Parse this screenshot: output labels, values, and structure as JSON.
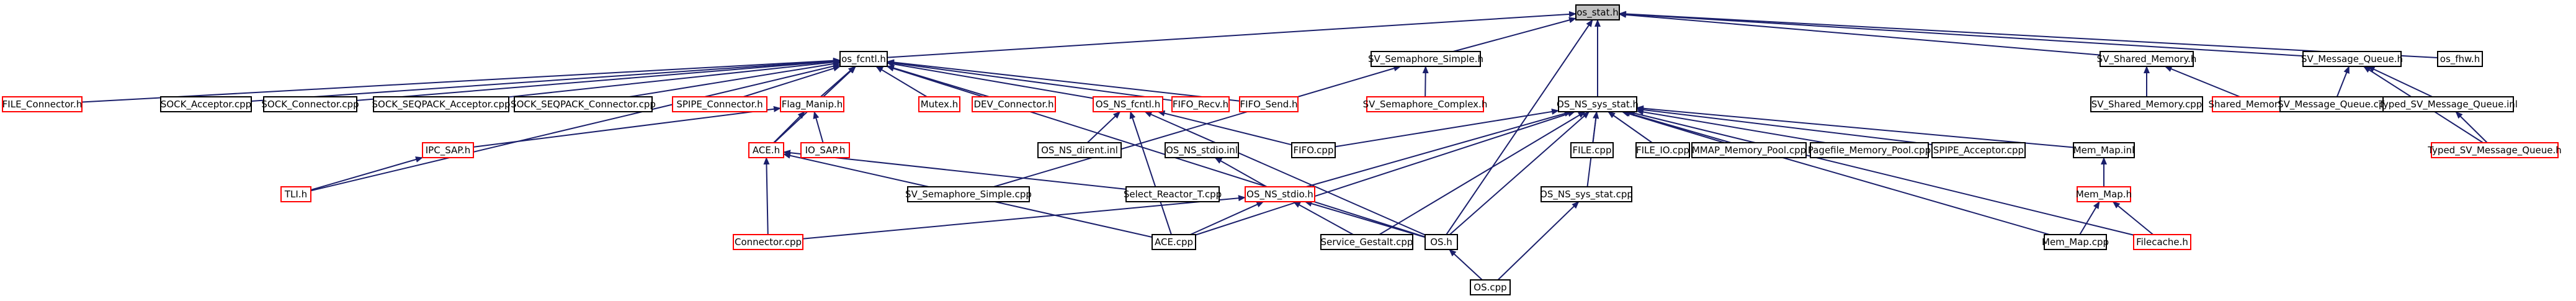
{
  "colors": {
    "edge": "#1a1f6b",
    "node_border_internal": "#000000",
    "node_border_external": "#ff0000",
    "node_fill_root": "#c0c0c0",
    "node_fill": "#ffffff"
  },
  "nodes": [
    {
      "id": "os_stat_h",
      "label": "os_stat.h",
      "kind": "root"
    },
    {
      "id": "os_fcntl_h",
      "label": "os_fcntl.h",
      "kind": "internal"
    },
    {
      "id": "sv_semaphore_simple_h",
      "label": "SV_Semaphore_Simple.h",
      "kind": "internal"
    },
    {
      "id": "sv_shared_memory_h",
      "label": "SV_Shared_Memory.h",
      "kind": "internal"
    },
    {
      "id": "sv_message_queue_h",
      "label": "SV_Message_Queue.h",
      "kind": "internal"
    },
    {
      "id": "os_fhw_h",
      "label": "os_fhw.h",
      "kind": "internal"
    },
    {
      "id": "file_connector_h",
      "label": "FILE_Connector.h",
      "kind": "external"
    },
    {
      "id": "sock_acceptor_cpp",
      "label": "SOCK_Acceptor.cpp",
      "kind": "internal"
    },
    {
      "id": "sock_connector_cpp",
      "label": "SOCK_Connector.cpp",
      "kind": "internal"
    },
    {
      "id": "sock_seqpack_acceptor_cpp",
      "label": "SOCK_SEQPACK_Acceptor.cpp",
      "kind": "internal"
    },
    {
      "id": "sock_seqpack_connector_cpp",
      "label": "SOCK_SEQPACK_Connector.cpp",
      "kind": "internal"
    },
    {
      "id": "spipe_connector_h",
      "label": "SPIPE_Connector.h",
      "kind": "external"
    },
    {
      "id": "flag_manip_h",
      "label": "Flag_Manip.h",
      "kind": "external"
    },
    {
      "id": "mutex_h",
      "label": "Mutex.h",
      "kind": "external"
    },
    {
      "id": "dev_connector_h",
      "label": "DEV_Connector.h",
      "kind": "external"
    },
    {
      "id": "os_ns_fcntl_h",
      "label": "OS_NS_fcntl.h",
      "kind": "external"
    },
    {
      "id": "fifo_recv_h",
      "label": "FIFO_Recv.h",
      "kind": "external"
    },
    {
      "id": "fifo_send_h",
      "label": "FIFO_Send.h",
      "kind": "external"
    },
    {
      "id": "sv_semaphore_complex_h",
      "label": "SV_Semaphore_Complex.h",
      "kind": "external"
    },
    {
      "id": "os_ns_sys_stat_h",
      "label": "OS_NS_sys_stat.h",
      "kind": "internal"
    },
    {
      "id": "sv_shared_memory_cpp",
      "label": "SV_Shared_Memory.cpp",
      "kind": "internal"
    },
    {
      "id": "shared_memory_sv_h",
      "label": "Shared_Memory_SV.h",
      "kind": "external"
    },
    {
      "id": "sv_message_queue_cpp",
      "label": "SV_Message_Queue.cpp",
      "kind": "internal"
    },
    {
      "id": "typed_sv_message_queue_inl",
      "label": "Typed_SV_Message_Queue.inl",
      "kind": "internal"
    },
    {
      "id": "typed_sv_message_queue_h",
      "label": "Typed_SV_Message_Queue.h",
      "kind": "external"
    },
    {
      "id": "ipc_sap_h",
      "label": "IPC_SAP.h",
      "kind": "external"
    },
    {
      "id": "ace_h",
      "label": "ACE.h",
      "kind": "external"
    },
    {
      "id": "io_sap_h",
      "label": "IO_SAP.h",
      "kind": "external"
    },
    {
      "id": "os_ns_dirent_inl",
      "label": "OS_NS_dirent.inl",
      "kind": "internal"
    },
    {
      "id": "fifo_cpp",
      "label": "FIFO.cpp",
      "kind": "internal"
    },
    {
      "id": "os_ns_stdio_inl",
      "label": "OS_NS_stdio.inl",
      "kind": "internal"
    },
    {
      "id": "file_cpp",
      "label": "FILE.cpp",
      "kind": "internal"
    },
    {
      "id": "file_io_cpp",
      "label": "FILE_IO.cpp",
      "kind": "internal"
    },
    {
      "id": "mmap_memory_pool_cpp",
      "label": "MMAP_Memory_Pool.cpp",
      "kind": "internal"
    },
    {
      "id": "pagefile_memory_pool_cpp",
      "label": "Pagefile_Memory_Pool.cpp",
      "kind": "internal"
    },
    {
      "id": "spipe_acceptor_cpp",
      "label": "SPIPE_Acceptor.cpp",
      "kind": "internal"
    },
    {
      "id": "mem_map_inl",
      "label": "Mem_Map.inl",
      "kind": "internal"
    },
    {
      "id": "tli_h",
      "label": "TLI.h",
      "kind": "external"
    },
    {
      "id": "sv_semaphore_simple_cpp",
      "label": "SV_Semaphore_Simple.cpp",
      "kind": "internal"
    },
    {
      "id": "select_reactor_t_cpp",
      "label": "Select_Reactor_T.cpp",
      "kind": "internal"
    },
    {
      "id": "os_ns_stdio_h",
      "label": "OS_NS_stdio.h",
      "kind": "external"
    },
    {
      "id": "os_ns_sys_stat_cpp",
      "label": "OS_NS_sys_stat.cpp",
      "kind": "internal"
    },
    {
      "id": "mem_map_h",
      "label": "Mem_Map.h",
      "kind": "external"
    },
    {
      "id": "connector_cpp",
      "label": "Connector.cpp",
      "kind": "external"
    },
    {
      "id": "ace_cpp",
      "label": "ACE.cpp",
      "kind": "internal"
    },
    {
      "id": "service_gestalt_cpp",
      "label": "Service_Gestalt.cpp",
      "kind": "internal"
    },
    {
      "id": "os_h",
      "label": "OS.h",
      "kind": "internal"
    },
    {
      "id": "mem_map_cpp",
      "label": "Mem_Map.cpp",
      "kind": "internal"
    },
    {
      "id": "filecache_h",
      "label": "Filecache.h",
      "kind": "external"
    },
    {
      "id": "os_cpp",
      "label": "OS.cpp",
      "kind": "internal"
    }
  ],
  "edges": [
    [
      "os_fcntl_h",
      "os_stat_h"
    ],
    [
      "sv_semaphore_simple_h",
      "os_stat_h"
    ],
    [
      "sv_shared_memory_h",
      "os_stat_h"
    ],
    [
      "sv_message_queue_h",
      "os_stat_h"
    ],
    [
      "os_fhw_h",
      "os_stat_h"
    ],
    [
      "os_ns_sys_stat_h",
      "os_stat_h"
    ],
    [
      "os_h",
      "os_stat_h"
    ],
    [
      "file_connector_h",
      "os_fcntl_h"
    ],
    [
      "sock_acceptor_cpp",
      "os_fcntl_h"
    ],
    [
      "sock_connector_cpp",
      "os_fcntl_h"
    ],
    [
      "sock_seqpack_acceptor_cpp",
      "os_fcntl_h"
    ],
    [
      "sock_seqpack_connector_cpp",
      "os_fcntl_h"
    ],
    [
      "spipe_connector_h",
      "os_fcntl_h"
    ],
    [
      "flag_manip_h",
      "os_fcntl_h"
    ],
    [
      "mutex_h",
      "os_fcntl_h"
    ],
    [
      "dev_connector_h",
      "os_fcntl_h"
    ],
    [
      "os_ns_fcntl_h",
      "os_fcntl_h"
    ],
    [
      "fifo_recv_h",
      "os_fcntl_h"
    ],
    [
      "fifo_send_h",
      "os_fcntl_h"
    ],
    [
      "tli_h",
      "os_fcntl_h"
    ],
    [
      "ace_h",
      "os_fcntl_h"
    ],
    [
      "os_h",
      "os_fcntl_h"
    ],
    [
      "sv_semaphore_complex_h",
      "sv_semaphore_simple_h"
    ],
    [
      "sv_semaphore_simple_cpp",
      "sv_semaphore_simple_h"
    ],
    [
      "sv_shared_memory_cpp",
      "sv_shared_memory_h"
    ],
    [
      "shared_memory_sv_h",
      "sv_shared_memory_h"
    ],
    [
      "sv_message_queue_cpp",
      "sv_message_queue_h"
    ],
    [
      "typed_sv_message_queue_inl",
      "sv_message_queue_h"
    ],
    [
      "typed_sv_message_queue_h",
      "sv_message_queue_h"
    ],
    [
      "typed_sv_message_queue_h",
      "typed_sv_message_queue_inl"
    ],
    [
      "ipc_sap_h",
      "flag_manip_h"
    ],
    [
      "io_sap_h",
      "flag_manip_h"
    ],
    [
      "ace_h",
      "flag_manip_h"
    ],
    [
      "tli_h",
      "ipc_sap_h"
    ],
    [
      "connector_cpp",
      "ace_h"
    ],
    [
      "ace_cpp",
      "ace_h"
    ],
    [
      "select_reactor_t_cpp",
      "ace_h"
    ],
    [
      "os_ns_dirent_inl",
      "os_ns_fcntl_h"
    ],
    [
      "fifo_cpp",
      "os_ns_fcntl_h"
    ],
    [
      "ace_cpp",
      "os_ns_fcntl_h"
    ],
    [
      "os_h",
      "os_ns_fcntl_h"
    ],
    [
      "os_ns_stdio_h",
      "os_ns_stdio_inl"
    ],
    [
      "fifo_cpp",
      "os_ns_sys_stat_h"
    ],
    [
      "file_cpp",
      "os_ns_sys_stat_h"
    ],
    [
      "file_io_cpp",
      "os_ns_sys_stat_h"
    ],
    [
      "mmap_memory_pool_cpp",
      "os_ns_sys_stat_h"
    ],
    [
      "pagefile_memory_pool_cpp",
      "os_ns_sys_stat_h"
    ],
    [
      "spipe_acceptor_cpp",
      "os_ns_sys_stat_h"
    ],
    [
      "mem_map_inl",
      "os_ns_sys_stat_h"
    ],
    [
      "os_ns_sys_stat_cpp",
      "os_ns_sys_stat_h"
    ],
    [
      "filecache_h",
      "os_ns_sys_stat_h"
    ],
    [
      "mem_map_cpp",
      "os_ns_sys_stat_h"
    ],
    [
      "os_ns_stdio_h",
      "os_ns_sys_stat_h"
    ],
    [
      "ace_cpp",
      "os_ns_sys_stat_h"
    ],
    [
      "service_gestalt_cpp",
      "os_ns_sys_stat_h"
    ],
    [
      "os_h",
      "os_ns_sys_stat_h"
    ],
    [
      "mem_map_h",
      "mem_map_inl"
    ],
    [
      "filecache_h",
      "mem_map_h"
    ],
    [
      "mem_map_cpp",
      "mem_map_h"
    ],
    [
      "connector_cpp",
      "os_ns_stdio_h"
    ],
    [
      "ace_cpp",
      "os_ns_stdio_h"
    ],
    [
      "service_gestalt_cpp",
      "os_ns_stdio_h"
    ],
    [
      "os_h",
      "os_ns_stdio_h"
    ],
    [
      "os_cpp",
      "os_h"
    ],
    [
      "os_cpp",
      "os_ns_sys_stat_cpp"
    ]
  ]
}
